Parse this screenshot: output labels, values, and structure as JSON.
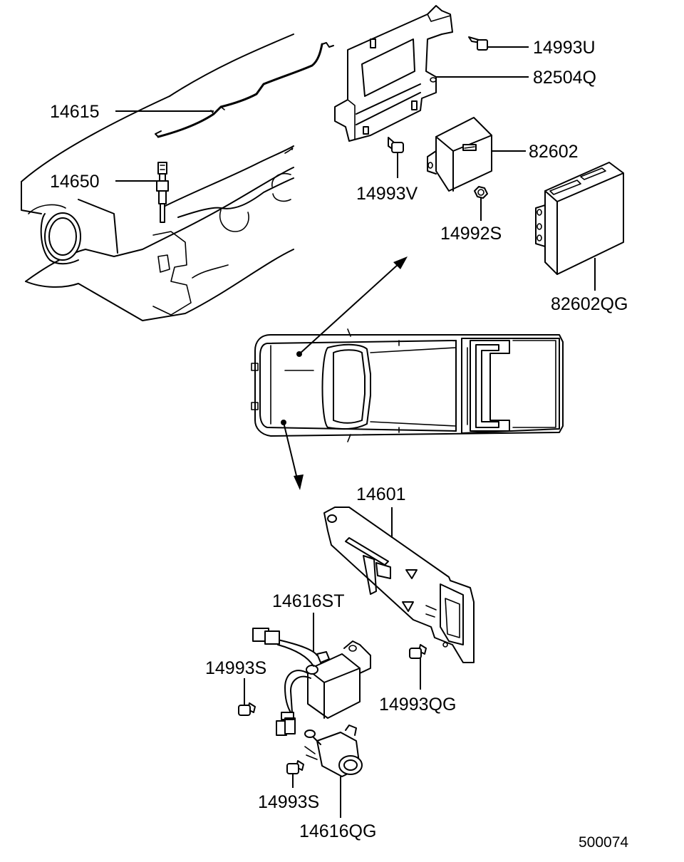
{
  "labels": {
    "p14993U": "14993U",
    "p82504Q": "82504Q",
    "p14615": "14615",
    "p82602": "82602",
    "p14650": "14650",
    "p14993V": "14993V",
    "p14992S": "14992S",
    "p82602QG": "82602QG",
    "p14601": "14601",
    "p14616ST": "14616ST",
    "p14993S_a": "14993S",
    "p14993QG": "14993QG",
    "p14993S_b": "14993S",
    "p14616QG": "14616QG"
  },
  "drawing_number": "500074"
}
